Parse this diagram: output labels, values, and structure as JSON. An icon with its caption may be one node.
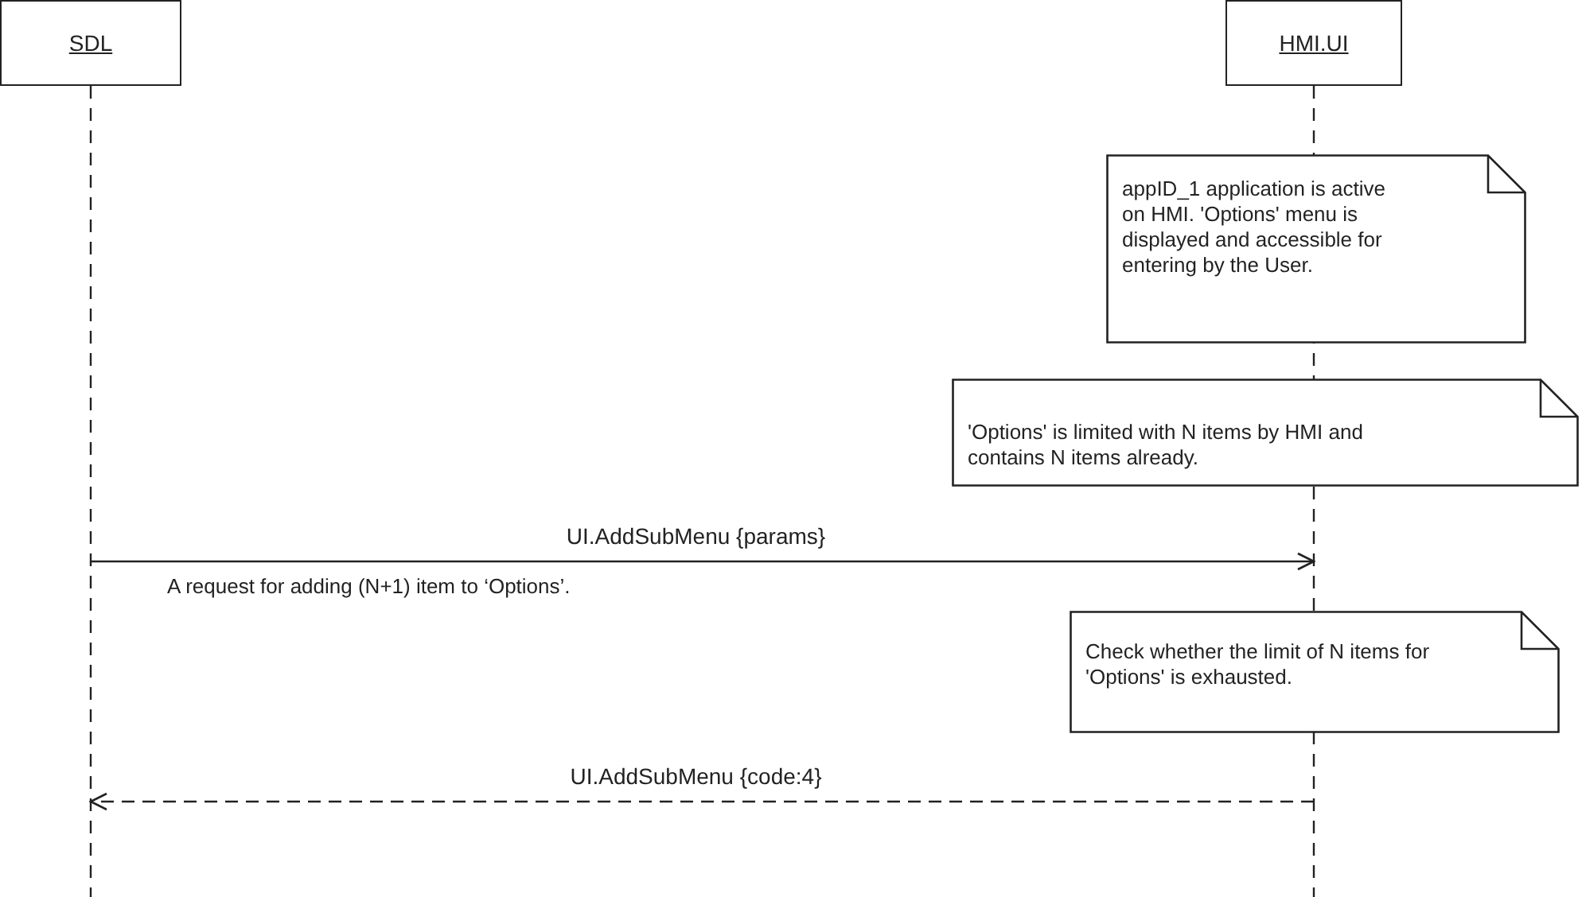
{
  "diagram": {
    "nodes": [
      {
        "text": [
          "SDL"
        ]
      },
      {
        "text": [
          "HMI.UI"
        ]
      },
      {
        "text": [
          "appID_1 application is active on HMI. 'Options' menu is displayed and accessible for entering by the User."
        ]
      },
      {
        "text": [
          "'Options' is limited with N items by HMI and contains N items already."
        ]
      },
      {
        "text": [
          "Check whether the limit of N items for 'Options' is exhausted."
        ]
      }
    ],
    "edges": [
      {
        "from": 0,
        "to": 1,
        "arrow": "to",
        "label": "UI.AddSubMenu {params}"
      },
      {
        "from": 1,
        "to": 0,
        "arrow": "to",
        "label": "UI.AddSubMenu {code:4}",
        "style": "dashed"
      }
    ],
    "labels": [
      "A request for adding (N+1) item to ‘Options’."
    ]
  }
}
